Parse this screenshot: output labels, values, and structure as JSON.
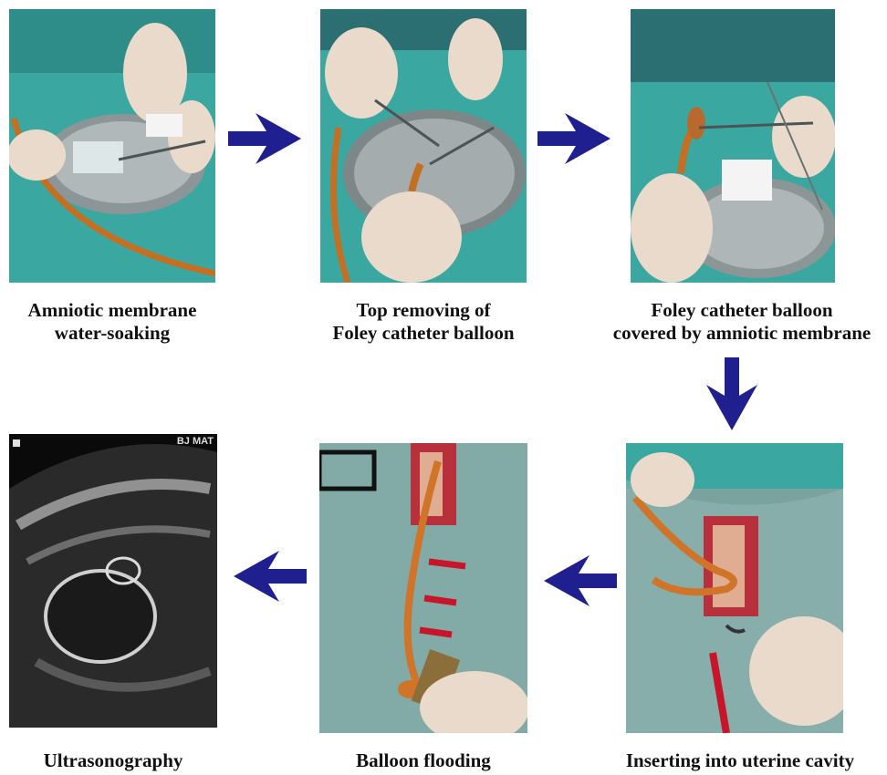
{
  "colors": {
    "arrow": "#1f1f8f",
    "drape": "#3fa9a3",
    "glove": "#e9d8c8",
    "tray": "#7f8a8c",
    "catheter": "#d2772a",
    "blood": "#c8152a",
    "ultrasound_bg": "#0a0a0a"
  },
  "steps": [
    {
      "id": "step-1",
      "photo_icon": "amniotic-membrane-soaking-photo",
      "caption_lines": [
        "Amniotic membrane",
        "water-soaking"
      ]
    },
    {
      "id": "step-2",
      "photo_icon": "balloon-top-removal-photo",
      "caption_lines": [
        "Top removing of",
        "Foley catheter balloon"
      ]
    },
    {
      "id": "step-3",
      "photo_icon": "membrane-covered-balloon-photo",
      "caption_lines": [
        "Foley catheter balloon",
        "covered by amniotic membrane"
      ]
    },
    {
      "id": "step-4",
      "photo_icon": "uterine-insertion-photo",
      "caption_lines": [
        "Inserting into uterine cavity"
      ]
    },
    {
      "id": "step-5",
      "photo_icon": "balloon-flooding-photo",
      "caption_lines": [
        "Balloon flooding"
      ]
    },
    {
      "id": "step-6",
      "photo_icon": "ultrasonography-photo",
      "caption_lines": [
        "Ultrasonography"
      ],
      "overlay_text": "BJ MAT"
    }
  ],
  "arrows": [
    {
      "id": "arrow-1-to-2",
      "direction": "right"
    },
    {
      "id": "arrow-2-to-3",
      "direction": "right"
    },
    {
      "id": "arrow-3-to-4",
      "direction": "down"
    },
    {
      "id": "arrow-4-to-5",
      "direction": "left"
    },
    {
      "id": "arrow-5-to-6",
      "direction": "left"
    }
  ]
}
